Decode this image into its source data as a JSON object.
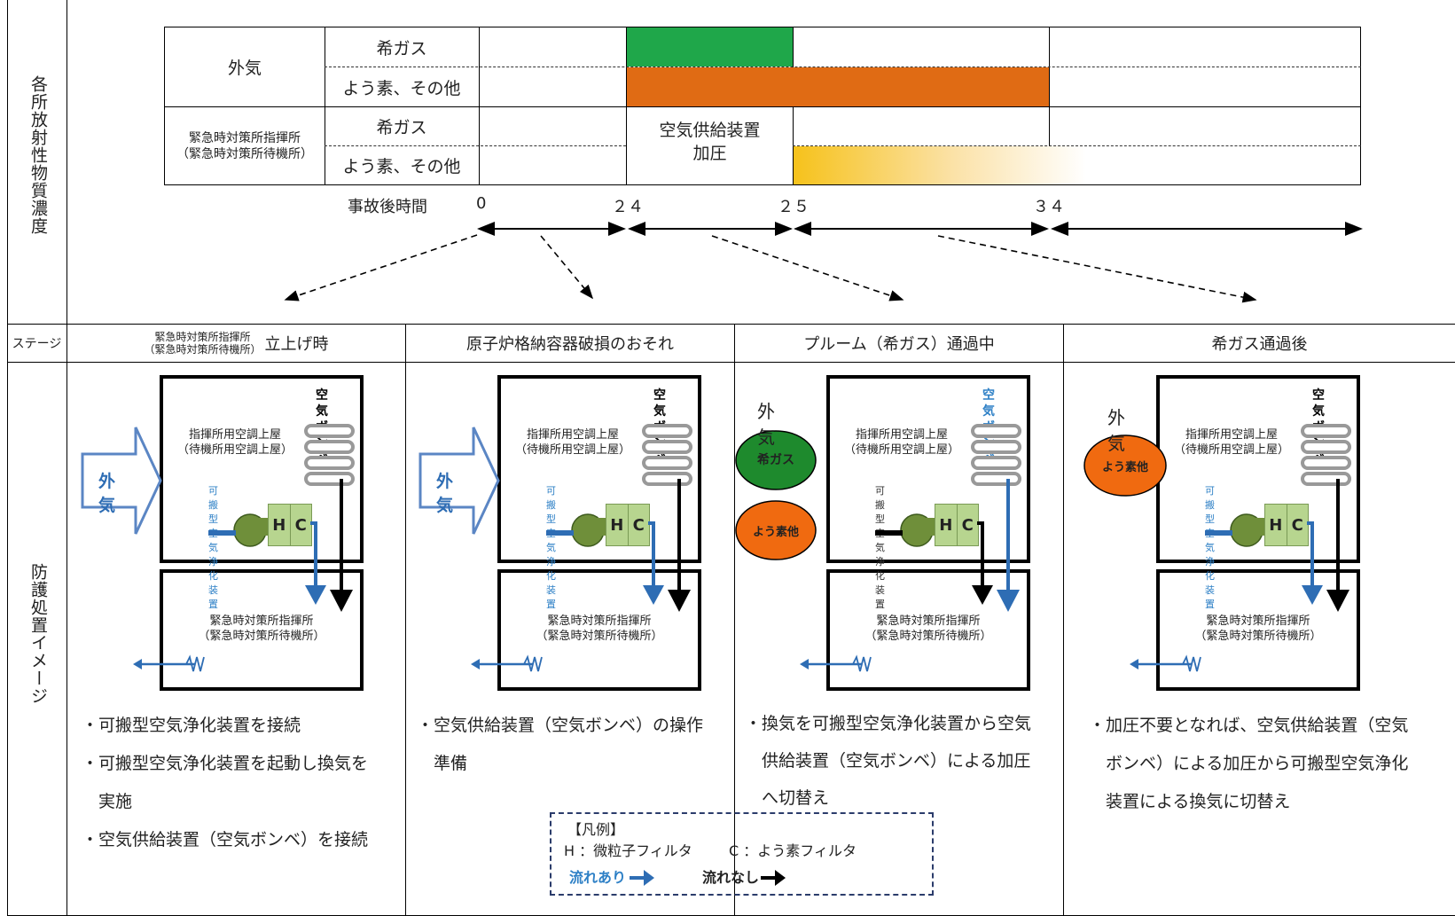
{
  "colors": {
    "noble_gas_bar": "#1fa74a",
    "iodine_bar": "#e06b14",
    "gradient_start": "#f6c21b",
    "flow_blue": "#2e6db4",
    "outside_arrow": "#5b86c4",
    "noble_circle": "#1e8a2d",
    "iodine_circle": "#f06a10",
    "hc_filter": "#b7d58f",
    "fan": "#6f8f3a",
    "label_blue": "#2e80c6"
  },
  "left_labels": {
    "top": "各所放射性物質濃度",
    "stage": "ステージ",
    "bottom": "防護処置イメージ"
  },
  "table": {
    "outside": "外気",
    "noble_gas": "希ガス",
    "iodine_other": "よう素、その他",
    "center_l1": "緊急時対策所指揮所",
    "center_l2": "（緊急時対策所待機所）",
    "air_supply_l1": "空気供給装置",
    "air_supply_l2": "加圧"
  },
  "timeline": {
    "label": "事故後時間",
    "ticks": [
      "0",
      "２４",
      "２５",
      "３４"
    ]
  },
  "stages": [
    {
      "title_small_1": "緊急時対策所指揮所",
      "title_small_2": "（緊急時対策所待機所）",
      "title": "立上げ時"
    },
    {
      "title": "原子炉格納容器破損のおそれ"
    },
    {
      "title": "プルーム（希ガス）通過中"
    },
    {
      "title": "希ガス通過後"
    }
  ],
  "panel": {
    "outside_arrow_label": "外気",
    "air_label_1": "空気",
    "air_label_2": "ボンベ",
    "building_1": "指揮所用空調上屋",
    "building_2": "（待機所用空調上屋）",
    "purifier": "可搬型空気浄化装置",
    "h": "H",
    "c": "C",
    "room_1": "緊急時対策所指揮所",
    "room_2": "（緊急時対策所待機所）",
    "outside_label": "外気",
    "noble_circle": "希ガス",
    "iodine_circle": "よう素他"
  },
  "bullets": [
    [
      "・可搬型空気浄化装置を接続",
      "・可搬型空気浄化装置を起動し換気を",
      "　実施",
      "・空気供給装置（空気ボンベ）を接続"
    ],
    [
      "・空気供給装置（空気ボンベ）の操作",
      "　準備"
    ],
    [
      "・換気を可搬型空気浄化装置から空気",
      "　供給装置（空気ボンベ）による加圧",
      "　へ切替え"
    ],
    [
      "・加圧不要となれば、空気供給装置（空気",
      "　ボンベ）による加圧から可搬型空気浄化",
      "　装置による換気に切替え"
    ]
  ],
  "legend": {
    "title": "【凡例】",
    "h_text": "H ：微粒子フィルタ",
    "c_text": "C ：よう素フィルタ",
    "flow_yes": "流れあり",
    "flow_no": "流れなし"
  }
}
